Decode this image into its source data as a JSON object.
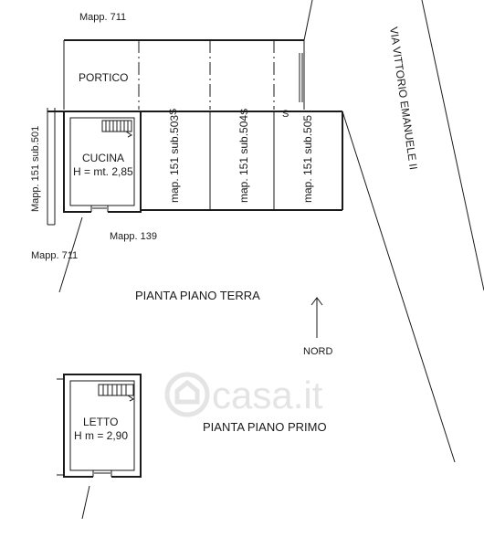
{
  "labels": {
    "mapp_711_top": "Mapp. 711",
    "portico": "PORTICO",
    "cucina": "CUCINA",
    "cucina_height": "H = mt. 2,85",
    "sub503": "map. 151 sub.503",
    "sub504": "map. 151 sub.504",
    "sub505": "map. 151 sub.505",
    "sub501": "Mapp. 151 sub.501",
    "mapp_139": "Mapp. 139",
    "mapp_711_left": "Mapp. 711",
    "via": "VIA VITTORIO EMANUELE II",
    "pianta_terra": "PIANTA PIANO TERRA",
    "nord": "NORD",
    "letto": "LETTO",
    "letto_height": "H m = 2,90",
    "pianta_primo": "PIANTA PIANO PRIMO",
    "s1": "S",
    "s2": "S",
    "s3": "S"
  },
  "watermark": "casa.it",
  "colors": {
    "line": "#1a1a1a",
    "watermark": "#e4e4e4"
  }
}
